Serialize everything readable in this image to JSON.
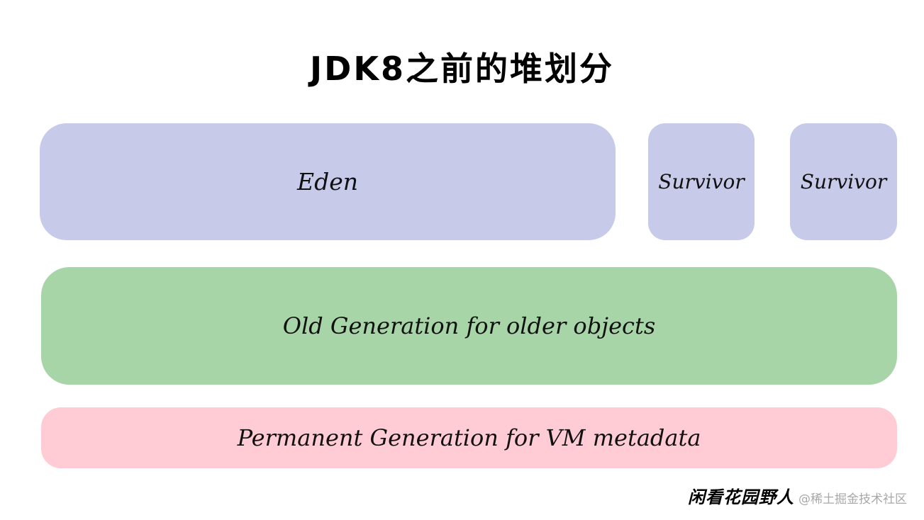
{
  "title": "JDK8之前的堆划分",
  "blocks": {
    "eden": {
      "label": "Eden",
      "color": "#c7cae9"
    },
    "survivor_1": {
      "label": "Survivor",
      "color": "#c7cae9"
    },
    "survivor_2": {
      "label": "Survivor",
      "color": "#c7cae9"
    },
    "old_generation": {
      "label": "Old Generation for older objects",
      "color": "#a8d5a8"
    },
    "permanent_generation": {
      "label": "Permanent Generation for VM metadata",
      "color": "#ffccd5"
    }
  },
  "watermark": {
    "main": "闲看花园野人",
    "sub": "@稀土掘金技术社区"
  }
}
